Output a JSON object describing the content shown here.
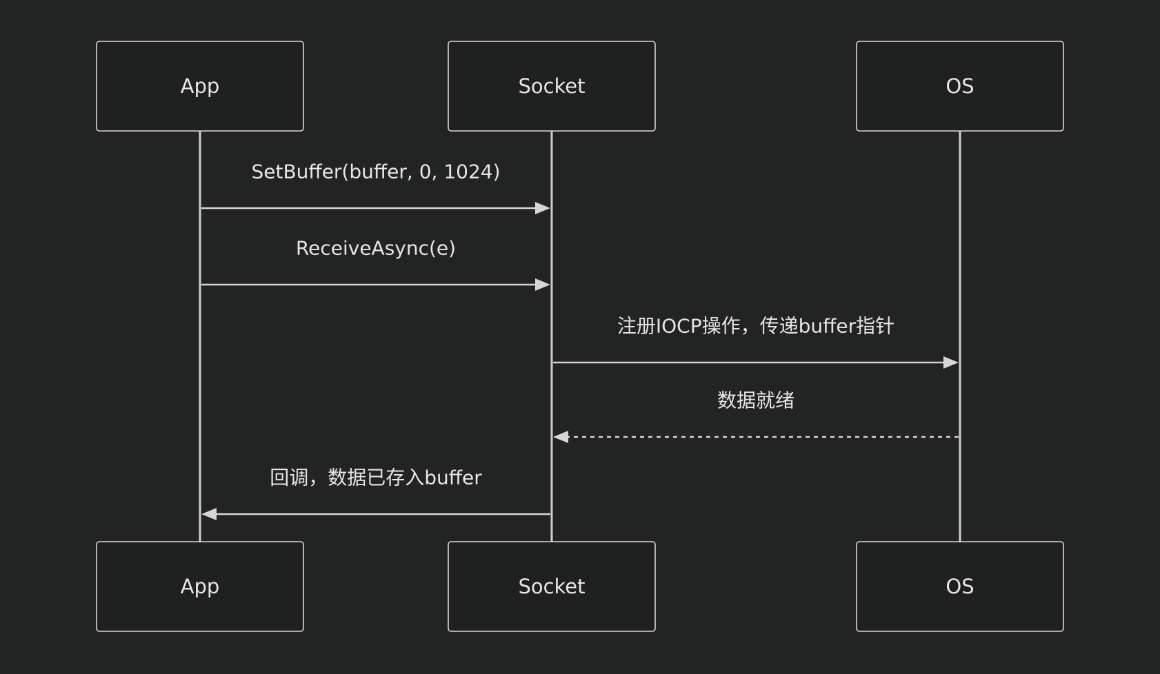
{
  "colors": {
    "background": "#222323",
    "box_fill": "#1f2020",
    "stroke": "#d6d6d6",
    "text": "#e6e6e6"
  },
  "participants": [
    {
      "id": "app",
      "label": "App"
    },
    {
      "id": "socket",
      "label": "Socket"
    },
    {
      "id": "os",
      "label": "OS"
    }
  ],
  "messages": [
    {
      "from": "app",
      "to": "socket",
      "label": "SetBuffer(buffer, 0, 1024)",
      "style": "solid"
    },
    {
      "from": "app",
      "to": "socket",
      "label": "ReceiveAsync(e)",
      "style": "solid"
    },
    {
      "from": "socket",
      "to": "os",
      "label": "注册IOCP操作，传递buffer指针",
      "style": "solid"
    },
    {
      "from": "os",
      "to": "socket",
      "label": "数据就绪",
      "style": "dashed"
    },
    {
      "from": "socket",
      "to": "app",
      "label": "回调，数据已存入buffer",
      "style": "solid"
    }
  ]
}
